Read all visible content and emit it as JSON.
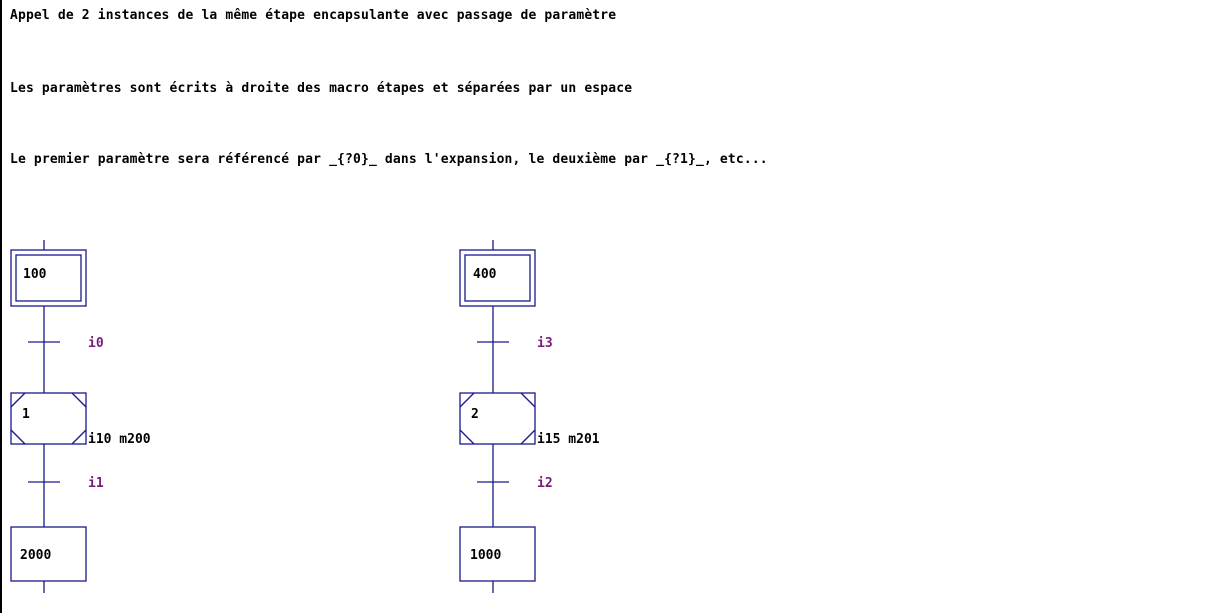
{
  "notes": {
    "line1": "Appel de 2 instances de la même étape encapsulante avec passage de paramètre",
    "line2": "Les paramètres sont écrits à droite des macro étapes et séparées par un espace",
    "line3": "Le premier paramètre sera référencé par _{?0}_ dans l'expansion, le deuxième par _{?1}_, etc..."
  },
  "colors": {
    "line": "#1a1a8c",
    "condition": "#7a1a7a",
    "text": "#000000"
  },
  "left_chain": {
    "initial_step": "100",
    "transition_1": "i0",
    "macro_step": "1",
    "macro_params": "i10 m200",
    "transition_2": "i1",
    "final_step": "2000"
  },
  "right_chain": {
    "initial_step": "400",
    "transition_1": "i3",
    "macro_step": "2",
    "macro_params": "i15 m201",
    "transition_2": "i2",
    "final_step": "1000"
  }
}
